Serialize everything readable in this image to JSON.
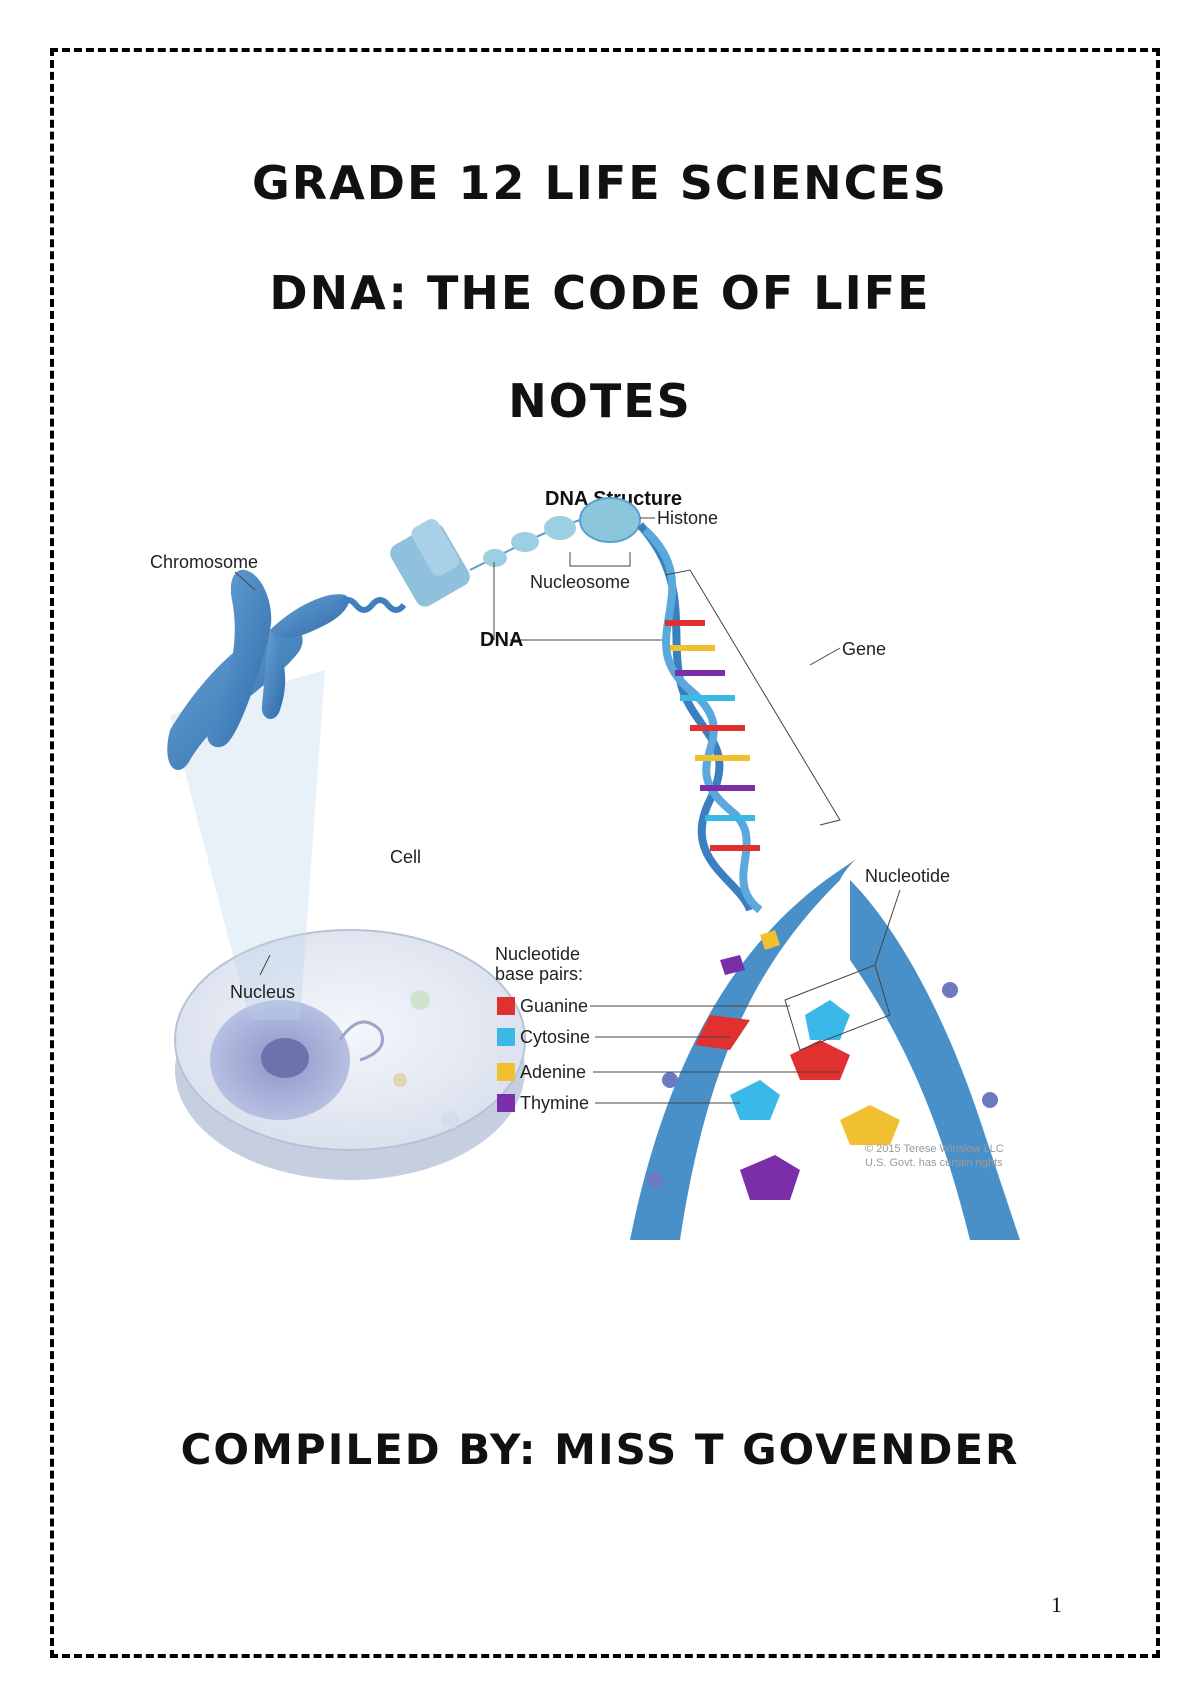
{
  "document": {
    "title_line1": "GRADE  12 LIFE SCIENCES",
    "title_line2": "DNA: THE CODE OF LIFE",
    "title_line3": "NOTES",
    "compiled_by": "COMPILED BY: MISS T GOVENDER",
    "page_number": "1"
  },
  "figure": {
    "title": "DNA Structure",
    "labels": {
      "histone": "Histone",
      "chromosome": "Chromosome",
      "nucleosome": "Nucleosome",
      "dna": "DNA",
      "gene": "Gene",
      "cell": "Cell",
      "nucleotide": "Nucleotide",
      "nucleus": "Nucleus"
    },
    "legend_title_1": "Nucleotide",
    "legend_title_2": "base pairs:",
    "legend": [
      {
        "label": "Guanine",
        "color": "#e03030"
      },
      {
        "label": "Cytosine",
        "color": "#3ab8e8"
      },
      {
        "label": "Adenine",
        "color": "#f0c030"
      },
      {
        "label": "Thymine",
        "color": "#7a2fa8"
      }
    ],
    "copyright_1": "© 2015 Terese Winslow LLC",
    "copyright_2": "U.S. Govt. has certain rights"
  }
}
